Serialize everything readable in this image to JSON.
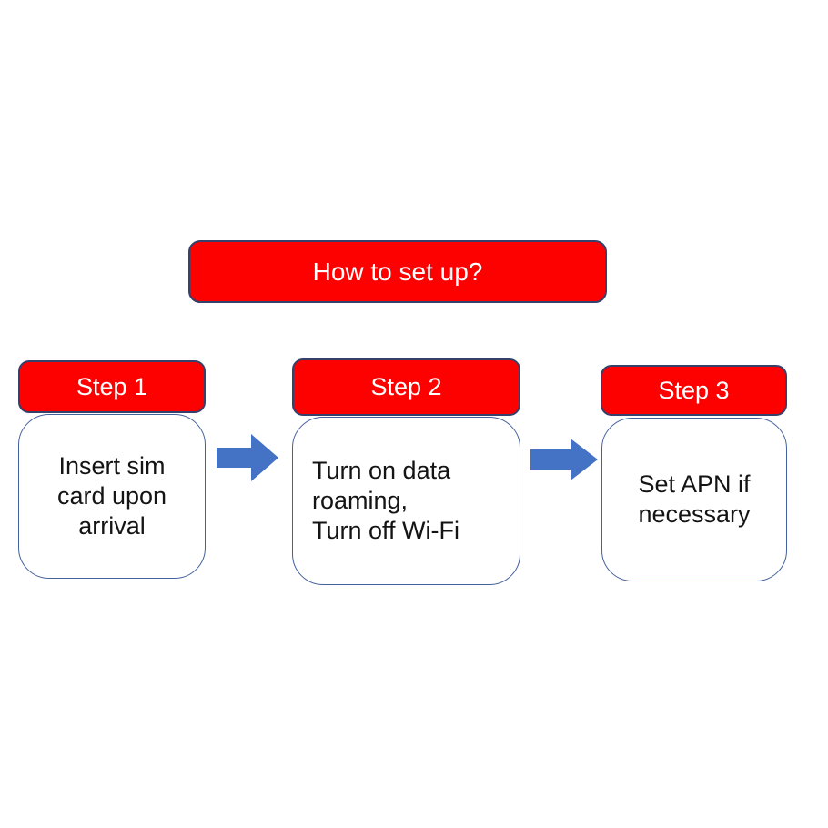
{
  "colors": {
    "red": "#fd0000",
    "header-border": "#35406b",
    "body-border": "#44619e",
    "arrow-blue": "#4472c4",
    "body-text": "#141414"
  },
  "title": {
    "label": "How to set up?"
  },
  "steps": [
    {
      "label": "Step 1",
      "body": "Insert sim\ncard upon\narrival"
    },
    {
      "label": "Step 2",
      "body": "Turn on data\nroaming,\nTurn off Wi-Fi"
    },
    {
      "label": "Step 3",
      "body": "Set APN if\nnecessary"
    }
  ],
  "icons": {
    "arrow1": "right-block-arrow",
    "arrow2": "right-block-arrow"
  }
}
